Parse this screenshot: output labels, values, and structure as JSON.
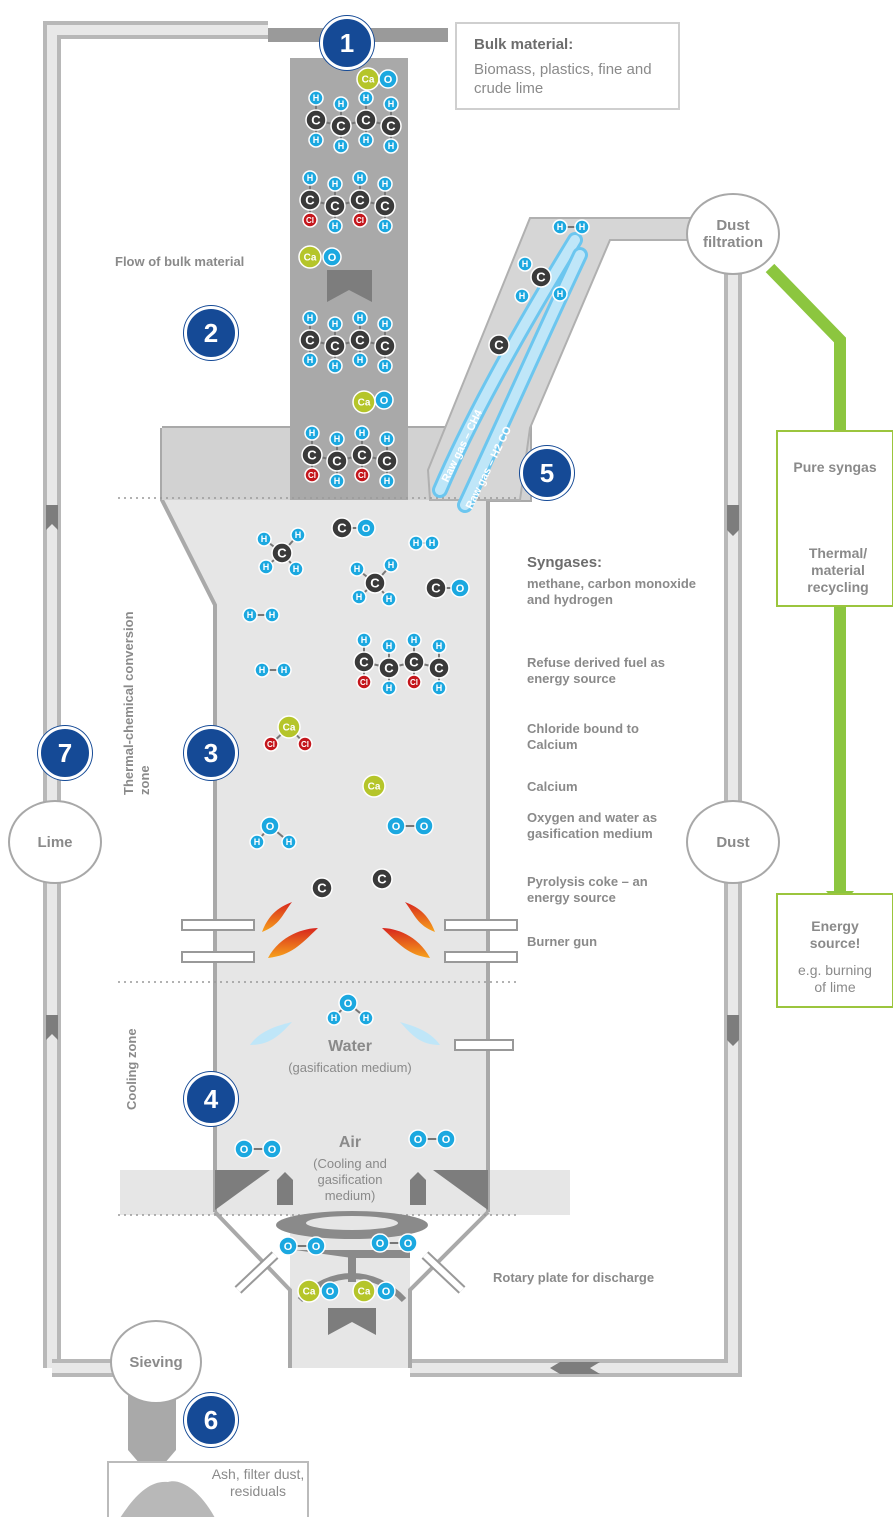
{
  "badges": [
    "1",
    "2",
    "3",
    "4",
    "5",
    "6",
    "7"
  ],
  "bulk_material": {
    "title": "Bulk material:",
    "text": "Biomass, plastics, fine and crude lime"
  },
  "flow_label": "Flow of bulk material",
  "syngases": {
    "title": "Syngases:",
    "text": "methane, carbon monoxide and hydrogen"
  },
  "refuse_fuel": "Refuse derived fuel as energy source",
  "chloride": "Chloride bound to Calcium",
  "calcium": "Calcium",
  "oxygen_water": "Oxygen and water as gasification medium",
  "coke": "Pyrolysis coke – an energy source",
  "burner": "Burner gun",
  "water": {
    "title": "Water",
    "sub": "(gasification medium)"
  },
  "air": {
    "title": "Air",
    "sub": "(Cooling and gasification medium)"
  },
  "rotary": "Rotary plate for discharge",
  "thermal_zone": "Thermal-chemical conversion zone",
  "cooling_zone": "Cooling zone",
  "dust_filtration": "Dust filtration",
  "dust": "Dust",
  "lime": "Lime",
  "sieving": "Sieving",
  "pure_syngas": "Pure syngas",
  "recycling": "Thermal/ material recycling",
  "energy": {
    "title": "Energy source!",
    "sub": "e.g. burning of lime"
  },
  "ash": "Ash, filter dust, residuals",
  "raw_gas_1": "Raw gas – CH4",
  "raw_gas_2": "Raw gas – H2 CO",
  "colors": {
    "reactor": "#a9a9a9",
    "reactor_light": "#e7e7e7",
    "badge": "#154a96",
    "green": "#8cc63f",
    "hydrogen": "#1ba8e0",
    "carbon": "#3a3a3a",
    "oxygen": "#1ba8e0",
    "calcium": "#b5c52a",
    "chlorine": "#c4161c"
  }
}
